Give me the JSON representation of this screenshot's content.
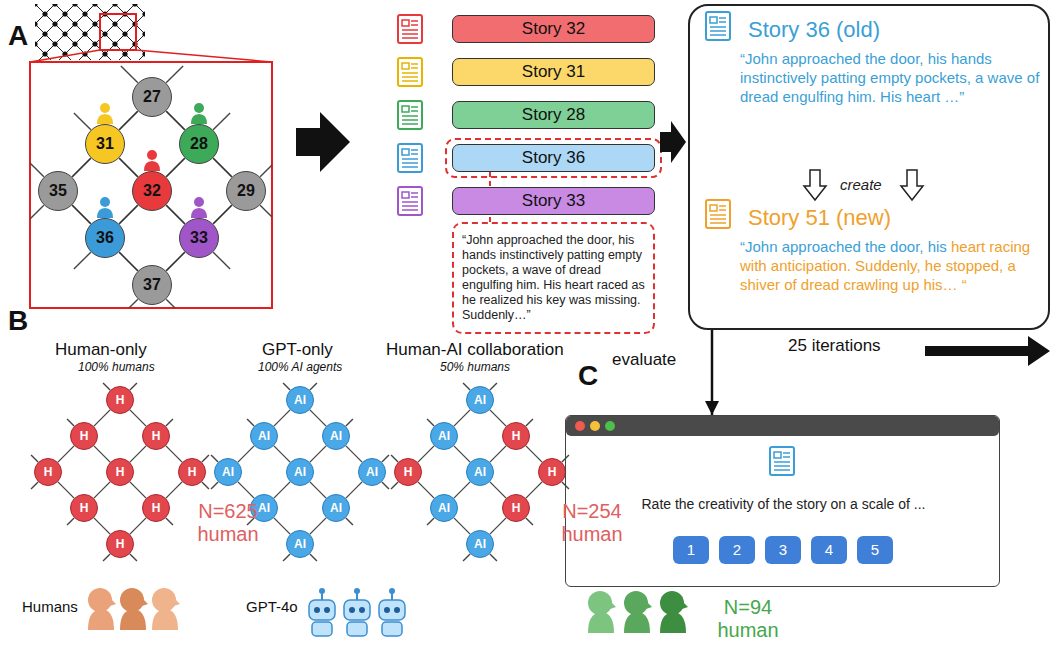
{
  "diagram": {
    "nodes": [
      {
        "text": [
          "27"
        ]
      },
      {
        "text": [
          "31"
        ]
      },
      {
        "text": [
          "28"
        ]
      },
      {
        "text": [
          "35"
        ]
      },
      {
        "text": [
          "32"
        ]
      },
      {
        "text": [
          "29"
        ]
      },
      {
        "text": [
          "36"
        ]
      },
      {
        "text": [
          "33"
        ]
      },
      {
        "text": [
          "37"
        ]
      },
      {
        "text": [
          "Story 32"
        ]
      },
      {
        "text": [
          "Story 31"
        ]
      },
      {
        "text": [
          "Story 28"
        ]
      },
      {
        "text": [
          "Story 36"
        ]
      },
      {
        "text": [
          "Story 33"
        ]
      },
      {
        "text": [
          "“John approached the door, his hands instinctively patting empty pockets, a wave of dread engulfing him. His heart raced as he realized his key was missing. Suddenly…”"
        ]
      },
      {
        "text": [
          "Story 36 (old)",
          "“John approached the door, his hands instinctively patting empty pockets, a wave of dread engulfing him. His heart …”",
          "create",
          "Story 51 (new)",
          "“John approached the door, his",
          "heart racing with anticipation. Suddenly, he stopped, a shiver of dread crawling up his… “"
        ]
      },
      {
        "text": [
          "H"
        ]
      },
      {
        "text": [
          "H"
        ]
      },
      {
        "text": [
          "H"
        ]
      },
      {
        "text": [
          "H"
        ]
      },
      {
        "text": [
          "H"
        ]
      },
      {
        "text": [
          "H"
        ]
      },
      {
        "text": [
          "H"
        ]
      },
      {
        "text": [
          "H"
        ]
      },
      {
        "text": [
          "H"
        ]
      },
      {
        "text": [
          "AI"
        ]
      },
      {
        "text": [
          "AI"
        ]
      },
      {
        "text": [
          "AI"
        ]
      },
      {
        "text": [
          "AI"
        ]
      },
      {
        "text": [
          "AI"
        ]
      },
      {
        "text": [
          "AI"
        ]
      },
      {
        "text": [
          "AI"
        ]
      },
      {
        "text": [
          "AI"
        ]
      },
      {
        "text": [
          "AI"
        ]
      },
      {
        "text": [
          "AI"
        ]
      },
      {
        "text": [
          "AI"
        ]
      },
      {
        "text": [
          "H"
        ]
      },
      {
        "text": [
          "H"
        ]
      },
      {
        "text": [
          "AI"
        ]
      },
      {
        "text": [
          "H"
        ]
      },
      {
        "text": [
          "AI"
        ]
      },
      {
        "text": [
          "H"
        ]
      },
      {
        "text": [
          "AI"
        ]
      },
      {
        "text": [
          "Rate the creativity of the story on a scale of ..."
        ]
      },
      {
        "text": [
          "1"
        ],
        "in": 43
      },
      {
        "text": [
          "2"
        ],
        "in": 43
      },
      {
        "text": [
          "3"
        ],
        "in": 43
      },
      {
        "text": [
          "4"
        ],
        "in": 43
      },
      {
        "text": [
          "5"
        ],
        "in": 43
      }
    ],
    "edges": [
      {
        "from": 0,
        "to": 1,
        "arrow": "none"
      },
      {
        "from": 0,
        "to": 2,
        "arrow": "none"
      },
      {
        "from": 1,
        "to": 3,
        "arrow": "none"
      },
      {
        "from": 1,
        "to": 4,
        "arrow": "none"
      },
      {
        "from": 2,
        "to": 4,
        "arrow": "none"
      },
      {
        "from": 2,
        "to": 5,
        "arrow": "none"
      },
      {
        "from": 3,
        "to": 6,
        "arrow": "none"
      },
      {
        "from": 4,
        "to": 6,
        "arrow": "none"
      },
      {
        "from": 4,
        "to": 7,
        "arrow": "none"
      },
      {
        "from": 5,
        "to": 7,
        "arrow": "none"
      },
      {
        "from": 6,
        "to": 8,
        "arrow": "none"
      },
      {
        "from": 7,
        "to": 8,
        "arrow": "none"
      },
      {
        "from": 16,
        "to": 17,
        "arrow": "none"
      },
      {
        "from": 16,
        "to": 18,
        "arrow": "none"
      },
      {
        "from": 17,
        "to": 19,
        "arrow": "none"
      },
      {
        "from": 17,
        "to": 20,
        "arrow": "none"
      },
      {
        "from": 18,
        "to": 20,
        "arrow": "none"
      },
      {
        "from": 18,
        "to": 21,
        "arrow": "none"
      },
      {
        "from": 19,
        "to": 22,
        "arrow": "none"
      },
      {
        "from": 20,
        "to": 22,
        "arrow": "none"
      },
      {
        "from": 20,
        "to": 23,
        "arrow": "none"
      },
      {
        "from": 21,
        "to": 23,
        "arrow": "none"
      },
      {
        "from": 22,
        "to": 24,
        "arrow": "none"
      },
      {
        "from": 23,
        "to": 24,
        "arrow": "none"
      },
      {
        "from": 25,
        "to": 26,
        "arrow": "none"
      },
      {
        "from": 25,
        "to": 27,
        "arrow": "none"
      },
      {
        "from": 26,
        "to": 28,
        "arrow": "none"
      },
      {
        "from": 26,
        "to": 29,
        "arrow": "none"
      },
      {
        "from": 27,
        "to": 29,
        "arrow": "none"
      },
      {
        "from": 27,
        "to": 30,
        "arrow": "none"
      },
      {
        "from": 28,
        "to": 31,
        "arrow": "none"
      },
      {
        "from": 29,
        "to": 31,
        "arrow": "none"
      },
      {
        "from": 29,
        "to": 32,
        "arrow": "none"
      },
      {
        "from": 30,
        "to": 32,
        "arrow": "none"
      },
      {
        "from": 31,
        "to": 33,
        "arrow": "none"
      },
      {
        "from": 32,
        "to": 33,
        "arrow": "none"
      },
      {
        "from": 34,
        "to": 35,
        "arrow": "none"
      },
      {
        "from": 34,
        "to": 36,
        "arrow": "none"
      },
      {
        "from": 35,
        "to": 37,
        "arrow": "none"
      },
      {
        "from": 35,
        "to": 38,
        "arrow": "none"
      },
      {
        "from": 36,
        "to": 38,
        "arrow": "none"
      },
      {
        "from": 36,
        "to": 39,
        "arrow": "none"
      },
      {
        "from": 37,
        "to": 40,
        "arrow": "none"
      },
      {
        "from": 38,
        "to": 40,
        "arrow": "none"
      },
      {
        "from": 38,
        "to": 41,
        "arrow": "none"
      },
      {
        "from": 39,
        "to": 41,
        "arrow": "none"
      },
      {
        "from": 40,
        "to": 42,
        "arrow": "none"
      },
      {
        "from": 41,
        "to": 42,
        "arrow": "none"
      },
      {
        "from": 12,
        "to": 14,
        "arrow": "none"
      },
      {
        "from": 15,
        "to": 43,
        "arrow": "to",
        "label": "evaluate"
      }
    ],
    "labels": [
      "A",
      "B",
      "C",
      "25 iterations",
      "Human-only",
      "100% humans",
      "GPT-only",
      "100% AI agents",
      "Human-AI collaboration",
      "50% humans",
      "N=625 human",
      "N=254 human",
      "Humans",
      "GPT-4o",
      "N=94 human"
    ]
  }
}
